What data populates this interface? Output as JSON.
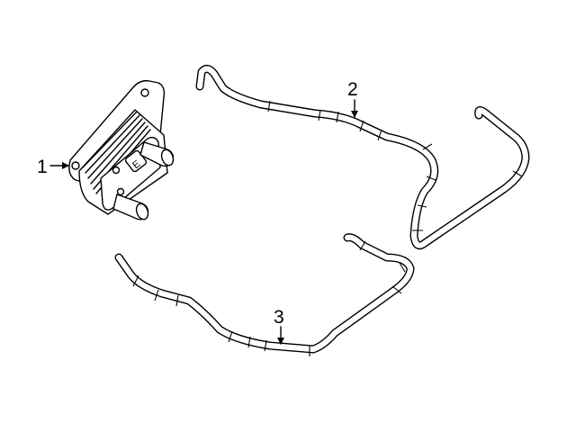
{
  "callouts": [
    {
      "id": "1",
      "label": "1"
    },
    {
      "id": "2",
      "label": "2"
    },
    {
      "id": "3",
      "label": "3"
    }
  ],
  "cooler_marking": "E"
}
